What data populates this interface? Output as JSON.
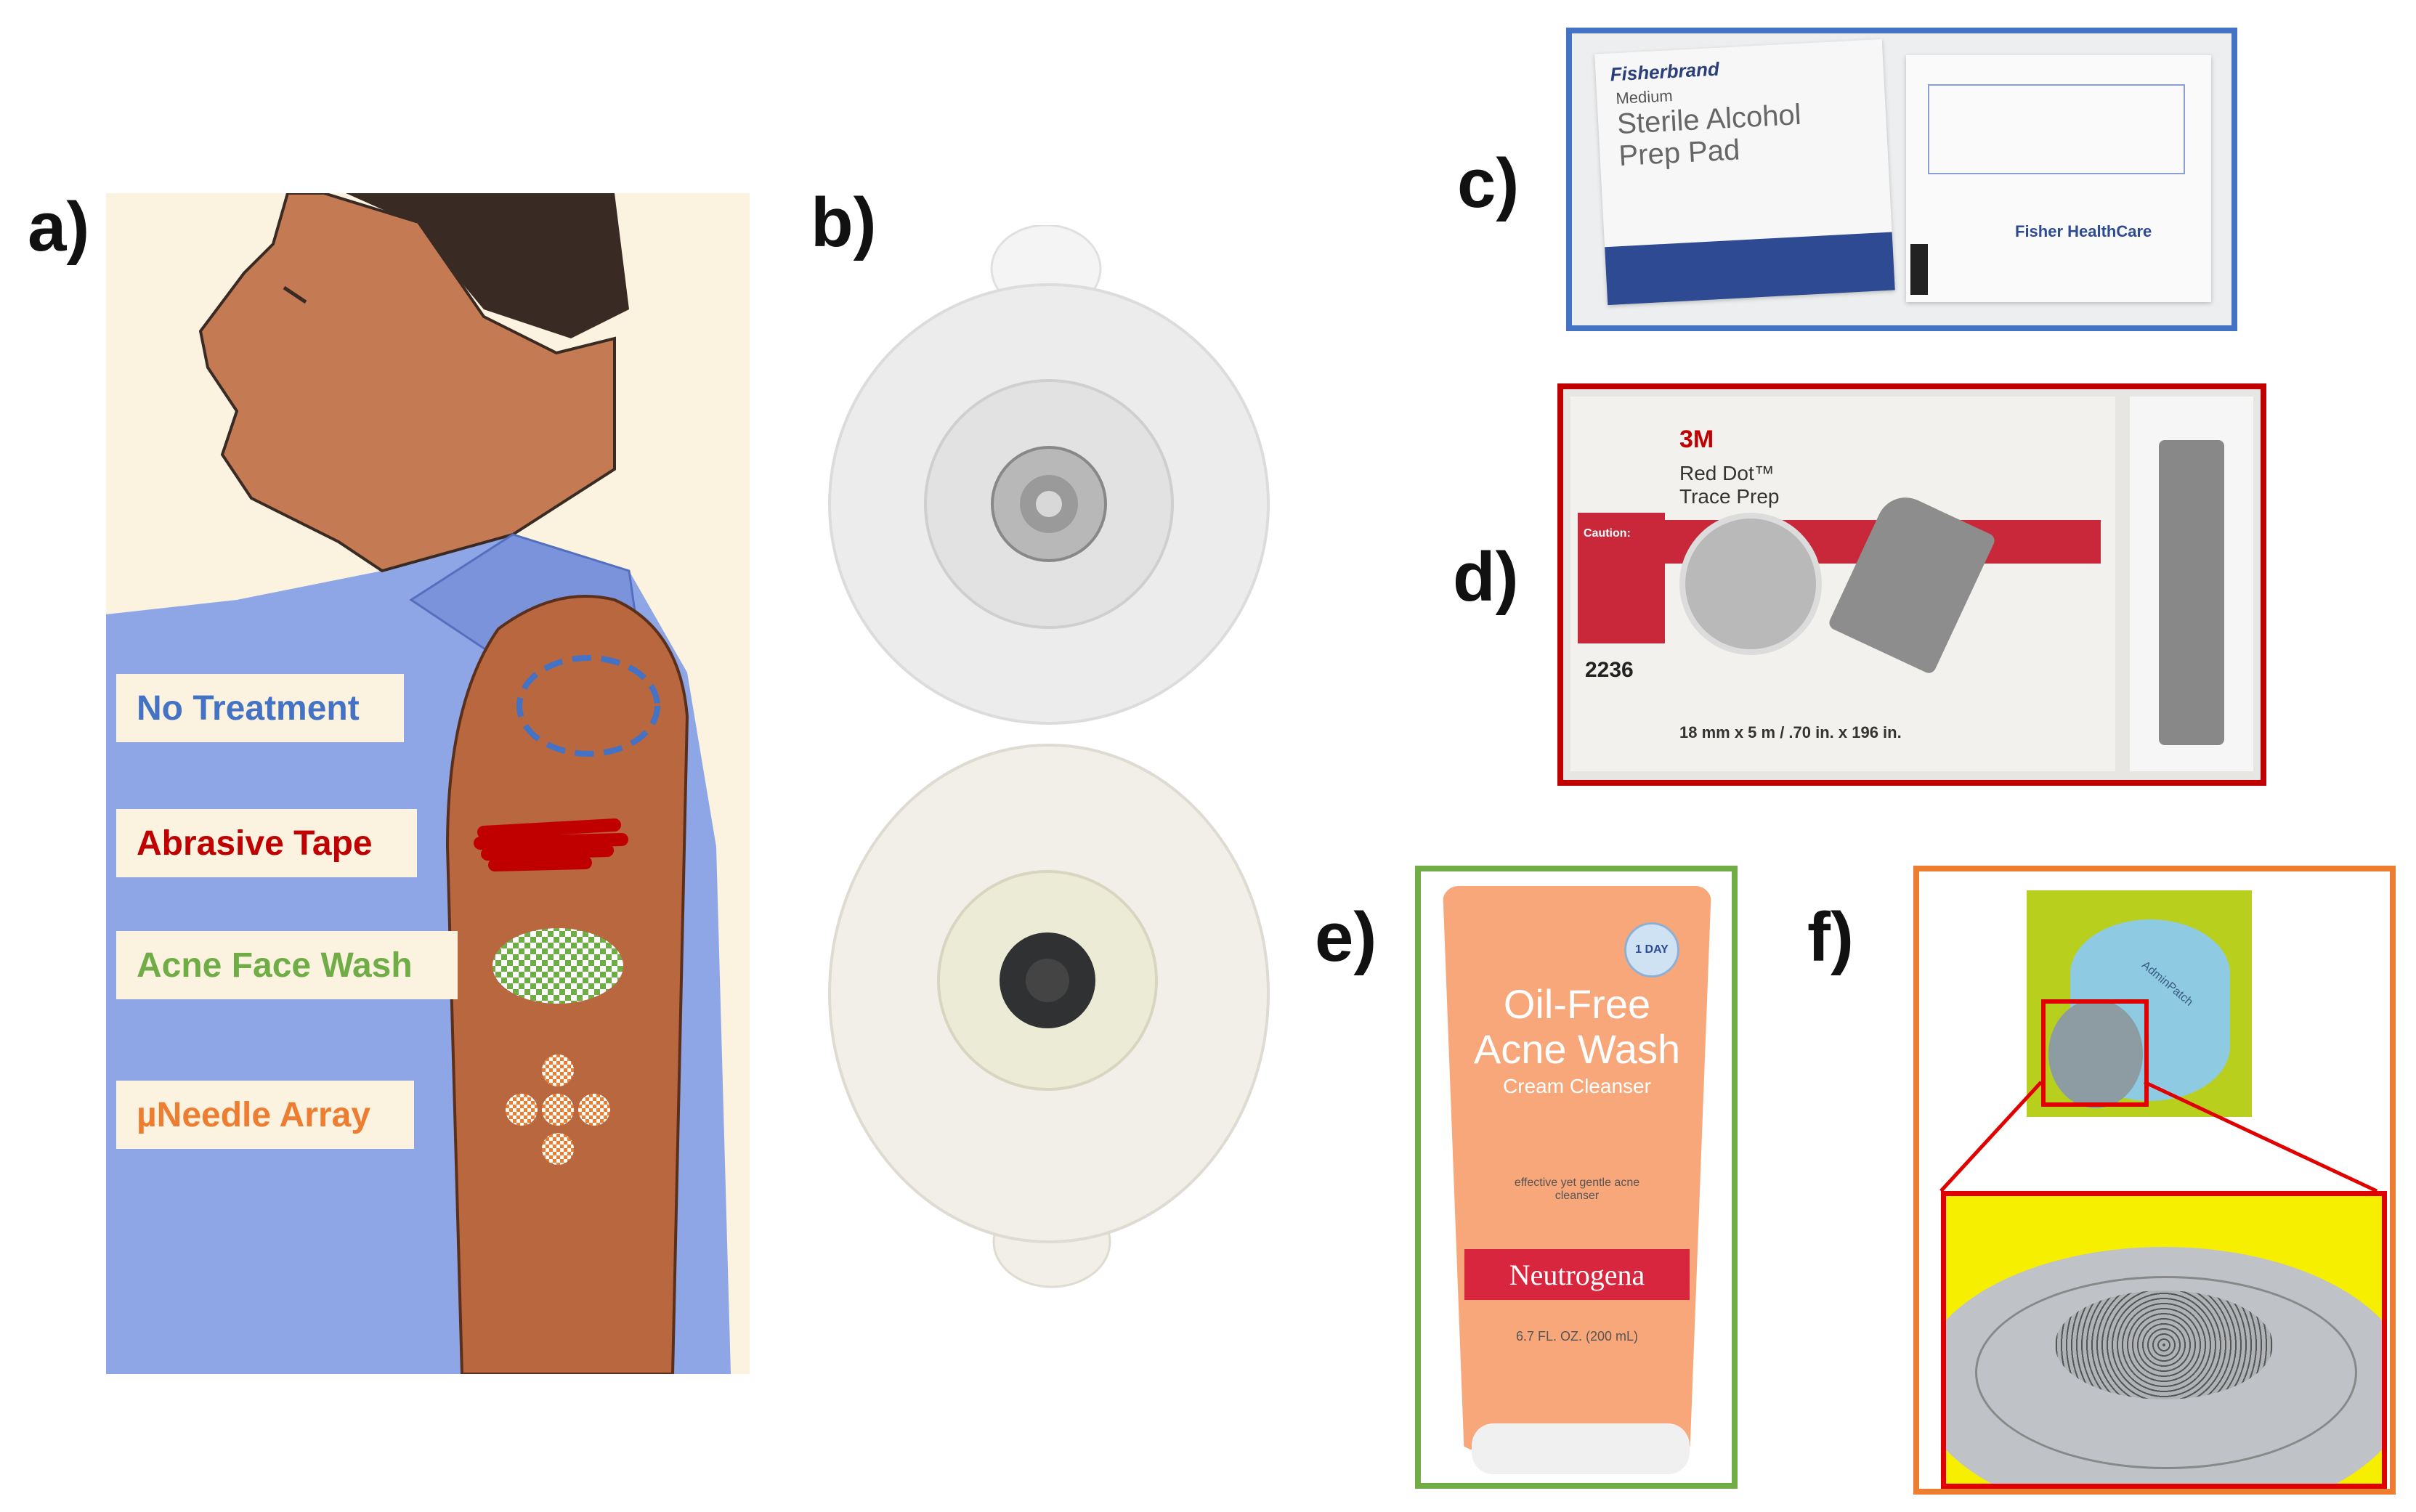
{
  "panels": {
    "a": "a)",
    "b": "b)",
    "c": "c)",
    "d": "d)",
    "e": "e)",
    "f": "f)"
  },
  "treatments": {
    "no_treatment": "No Treatment",
    "abrasive_tape": "Abrasive Tape",
    "acne_face_wash": "Acne Face Wash",
    "needle_array": "µNeedle Array"
  },
  "colors": {
    "no_treatment": "#4472c4",
    "abrasive_tape": "#c00000",
    "acne_face_wash": "#70ad47",
    "needle_array": "#ed7d31",
    "frame_c": "#4472c4",
    "frame_d": "#c00000",
    "frame_e": "#70ad47",
    "frame_f": "#ed7d31"
  },
  "alcohol_pad": {
    "brand": "Fisherbrand",
    "size": "Medium",
    "line1": "Sterile Alcohol",
    "line2": "Prep Pad",
    "maker": "Fisher HealthCare"
  },
  "trace_prep": {
    "brand": "3M",
    "line1": "Red Dot™",
    "line2": "Trace Prep",
    "caution": "Caution:",
    "code": "2236",
    "size": "18 mm x 5 m / .70 in. x 196 in."
  },
  "face_wash": {
    "line1": "Oil-Free",
    "line2": "Acne Wash",
    "line3": "Cream Cleanser",
    "badge": "1 DAY",
    "desc": "effective yet gentle acne cleanser",
    "brand": "Neutrogena",
    "volume": "6.7 FL. OZ. (200 mL)"
  },
  "microneedle": {
    "label": "AdminPatch"
  }
}
